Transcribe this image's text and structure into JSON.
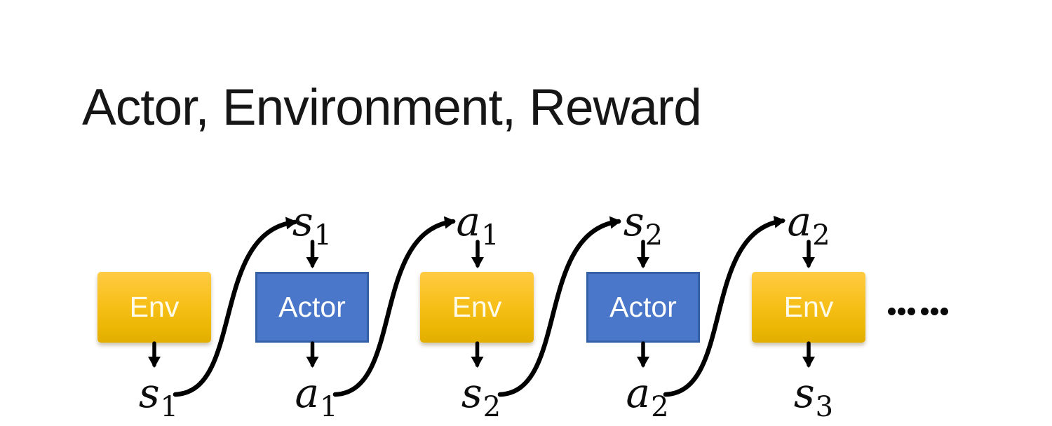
{
  "title": "Actor, Environment, Reward",
  "boxes": [
    {
      "label": "Env",
      "type": "env"
    },
    {
      "label": "Actor",
      "type": "actor"
    },
    {
      "label": "Env",
      "type": "env"
    },
    {
      "label": "Actor",
      "type": "actor"
    },
    {
      "label": "Env",
      "type": "env"
    }
  ],
  "top_labels": [
    {
      "base": "s",
      "sub": "1"
    },
    {
      "base": "a",
      "sub": "1"
    },
    {
      "base": "s",
      "sub": "2"
    },
    {
      "base": "a",
      "sub": "2"
    }
  ],
  "bottom_labels": [
    {
      "base": "s",
      "sub": "1"
    },
    {
      "base": "a",
      "sub": "1"
    },
    {
      "base": "s",
      "sub": "2"
    },
    {
      "base": "a",
      "sub": "2"
    },
    {
      "base": "s",
      "sub": "3"
    }
  ],
  "ellipsis": "……",
  "colors": {
    "env_top": "#FFCB43",
    "env_bottom": "#E2AE00",
    "actor_fill": "#4A77C9",
    "actor_border": "#3560A8",
    "arrow": "#000000"
  }
}
